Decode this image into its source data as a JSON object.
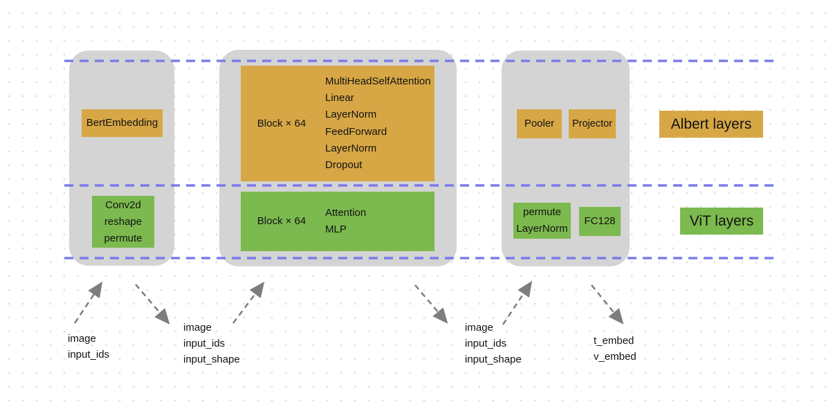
{
  "legend": {
    "albert": "Albert layers",
    "vit": "ViT layers"
  },
  "colors": {
    "albert_fill": "#d7a746",
    "vit_fill": "#7cb94e",
    "container_fill": "#d4d4d4",
    "guide_line": "#7b7bec",
    "arrow": "#7d7d7d"
  },
  "stage1": {
    "albert_box": "BertEmbedding",
    "vit_box": [
      "Conv2d",
      "reshape",
      "permute"
    ]
  },
  "stage2": {
    "albert_block": "Block × 64",
    "albert_ops": [
      "MultiHeadSelfAttention",
      "Linear",
      "LayerNorm",
      "FeedForward",
      "LayerNorm",
      "Dropout"
    ],
    "vit_block": "Block × 64",
    "vit_ops": [
      "Attention",
      "MLP"
    ]
  },
  "stage3": {
    "albert_box1": "Pooler",
    "albert_box2": "Projector",
    "vit_box1": [
      "permute",
      "LayerNorm"
    ],
    "vit_box2": "FC128"
  },
  "io": {
    "group1": [
      "image",
      "input_ids"
    ],
    "group2": [
      "image",
      "input_ids",
      "input_shape"
    ],
    "group3": [
      "image",
      "input_ids",
      "input_shape"
    ],
    "group4": [
      "t_embed",
      "v_embed"
    ]
  }
}
